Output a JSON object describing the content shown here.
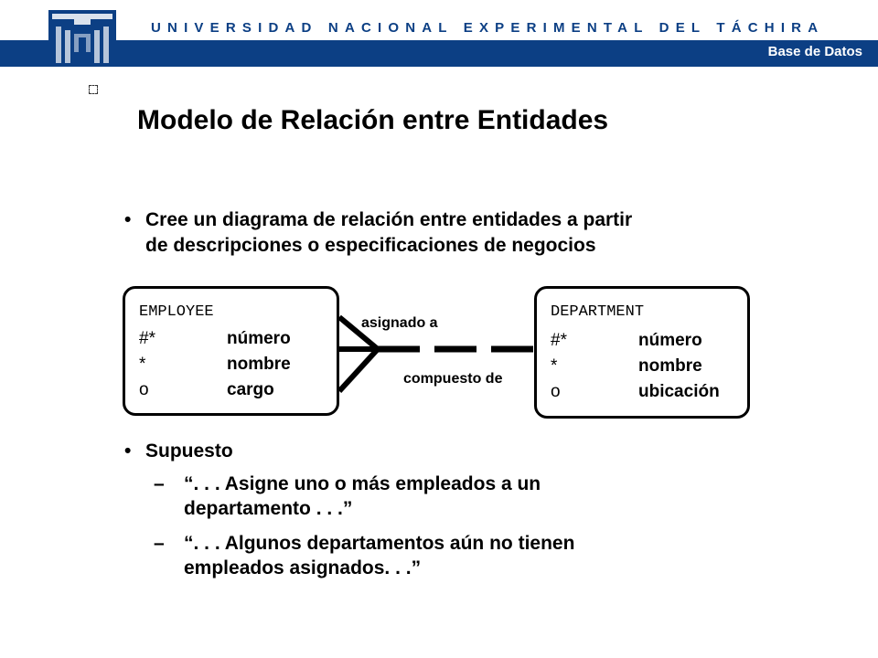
{
  "header": {
    "institution": "UNIVERSIDAD NACIONAL EXPERIMENTAL DEL TÁCHIRA",
    "course": "Base de Datos",
    "brand_color": "#0c3f84"
  },
  "slide": {
    "title": "Modelo de Relación entre Entidades",
    "bullet_1": {
      "line_1": "Cree un diagrama de relación entre entidades a partir",
      "line_2": "de descripciones o especificaciones de negocios"
    },
    "bullet_2": "Supuesto",
    "sub_1": {
      "line_1": "“. . . Asigne uno o más empleados a un",
      "line_2": "departamento . . .”"
    },
    "sub_2": {
      "line_1": "“. . . Algunos departamentos aún no tienen",
      "line_2": "empleados asignados. . .”"
    }
  },
  "diagram": {
    "entity_left": {
      "name": "EMPLOYEE",
      "attributes": [
        {
          "marker": "#*",
          "name": "número"
        },
        {
          "marker": "*",
          "name": "nombre"
        },
        {
          "marker": "o",
          "name": "cargo"
        }
      ]
    },
    "entity_right": {
      "name": "DEPARTMENT",
      "attributes": [
        {
          "marker": "#*",
          "name": "número"
        },
        {
          "marker": "*",
          "name": "nombre"
        },
        {
          "marker": "o",
          "name": "ubicación"
        }
      ]
    },
    "relation_top": "asignado a",
    "relation_bottom": "compuesto de"
  }
}
